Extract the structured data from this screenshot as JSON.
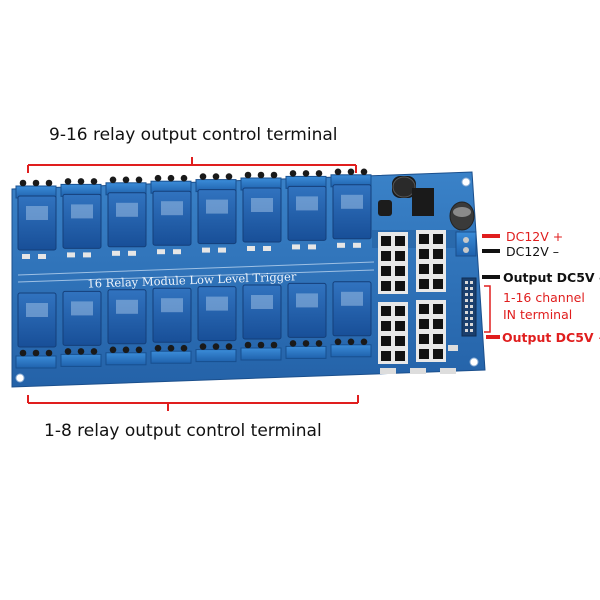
{
  "callouts": {
    "top_label": "9-16 relay output control terminal",
    "bottom_label": "1-8 relay output control terminal",
    "dc12v_plus": "DC12V +",
    "dc12v_minus": "DC12V –",
    "output_dc5v_minus": "Output DC5V -",
    "in_terminal_line1": "1-16 channel",
    "in_terminal_line2": "IN terminal",
    "output_dc5v_plus": "Output DC5V +"
  },
  "board": {
    "silkscreen": "16 Relay Module  Low Level Trigger",
    "relay_count": 16,
    "colors": {
      "pcb": "#2a6fb7",
      "relay": "#1f5fae",
      "terminal": "#2b7ac9",
      "callout_red": "#e01e1e",
      "callout_black": "#111111"
    }
  }
}
